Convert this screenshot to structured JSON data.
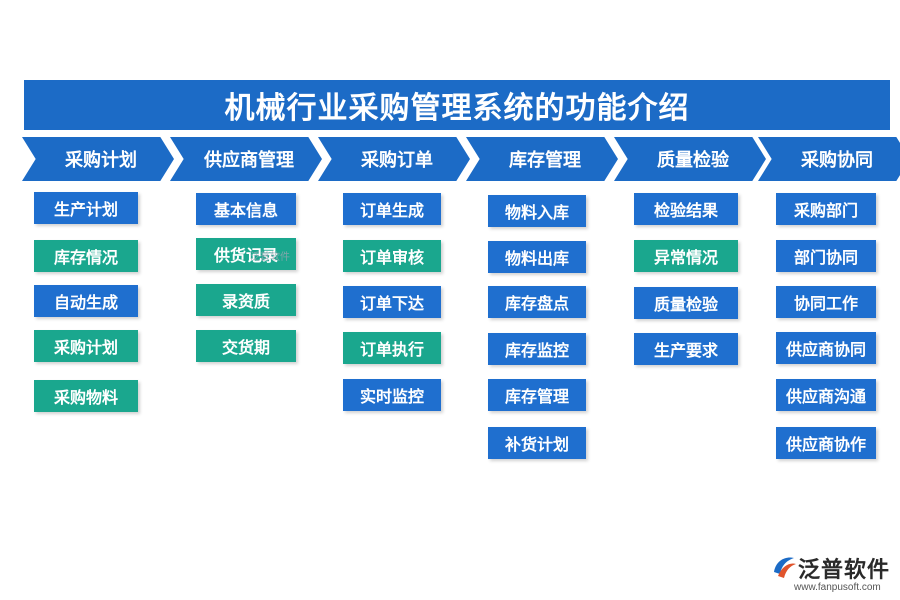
{
  "title": "机械行业采购管理系统的功能介绍",
  "colors": {
    "blue": "#1f6fcf",
    "teal": "#1aa78e",
    "header": "#1c6bc6"
  },
  "columns": [
    {
      "header": "采购计划",
      "items": [
        {
          "label": "生产计划",
          "color": "blue"
        },
        {
          "label": "库存情况",
          "color": "teal"
        },
        {
          "label": "自动生成",
          "color": "blue"
        },
        {
          "label": "采购计划",
          "color": "teal"
        },
        {
          "label": "采购物料",
          "color": "teal"
        }
      ]
    },
    {
      "header": "供应商管理",
      "items": [
        {
          "label": "基本信息",
          "color": "blue"
        },
        {
          "label": "供货记录",
          "color": "teal"
        },
        {
          "label": "录资质",
          "color": "teal"
        },
        {
          "label": "交货期",
          "color": "teal"
        }
      ]
    },
    {
      "header": "采购订单",
      "items": [
        {
          "label": "订单生成",
          "color": "blue"
        },
        {
          "label": "订单审核",
          "color": "teal"
        },
        {
          "label": "订单下达",
          "color": "blue"
        },
        {
          "label": "订单执行",
          "color": "teal"
        },
        {
          "label": "实时监控",
          "color": "blue"
        }
      ]
    },
    {
      "header": "库存管理",
      "items": [
        {
          "label": "物料入库",
          "color": "blue"
        },
        {
          "label": "物料出库",
          "color": "blue"
        },
        {
          "label": "库存盘点",
          "color": "blue"
        },
        {
          "label": "库存监控",
          "color": "blue"
        },
        {
          "label": "库存管理",
          "color": "blue"
        },
        {
          "label": "补货计划",
          "color": "blue"
        }
      ]
    },
    {
      "header": "质量检验",
      "items": [
        {
          "label": "检验结果",
          "color": "blue"
        },
        {
          "label": "异常情况",
          "color": "teal"
        },
        {
          "label": "质量检验",
          "color": "blue"
        },
        {
          "label": "生产要求",
          "color": "blue"
        }
      ]
    },
    {
      "header": "采购协同",
      "items": [
        {
          "label": "采购部门",
          "color": "blue"
        },
        {
          "label": "部门协同",
          "color": "blue"
        },
        {
          "label": "协同工作",
          "color": "blue"
        },
        {
          "label": "供应商协同",
          "color": "blue"
        },
        {
          "label": "供应商沟通",
          "color": "blue"
        },
        {
          "label": "供应商协作",
          "color": "blue"
        }
      ]
    }
  ],
  "watermark": "泛普软件",
  "logo": {
    "name": "泛普软件",
    "url": "www.fanpusoft.com"
  }
}
